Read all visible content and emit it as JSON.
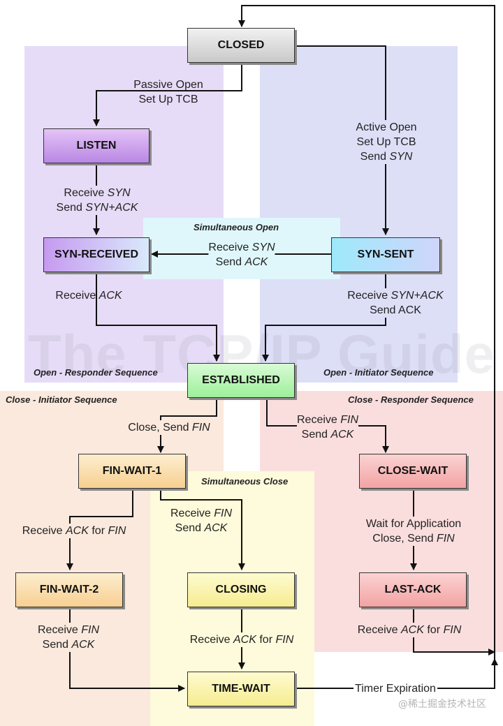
{
  "regions": {
    "open_responder": "Open - Responder Sequence",
    "open_initiator": "Open - Initiator Sequence",
    "simultaneous_open": "Simultaneous Open",
    "close_initiator": "Close - Initiator Sequence",
    "close_responder": "Close - Responder Sequence",
    "simultaneous_close": "Simultaneous Close"
  },
  "states": {
    "closed": "CLOSED",
    "listen": "LISTEN",
    "syn_received": "SYN-RECEIVED",
    "syn_sent": "SYN-SENT",
    "established": "ESTABLISHED",
    "fin_wait_1": "FIN-WAIT-1",
    "fin_wait_2": "FIN-WAIT-2",
    "closing": "CLOSING",
    "time_wait": "TIME-WAIT",
    "close_wait": "CLOSE-WAIT",
    "last_ack": "LAST-ACK"
  },
  "transitions": {
    "passive_open": {
      "line1": "Passive Open",
      "line2": "Set Up TCB"
    },
    "active_open": {
      "line1": "Active Open",
      "line2": "Set Up TCB",
      "line3_a": "Send ",
      "line3_b": "SYN"
    },
    "listen_to_synrcvd": {
      "l1a": "Receive ",
      "l1b": "SYN",
      "l2a": "Send ",
      "l2b": "SYN+ACK"
    },
    "simul_open": {
      "l1a": "Receive ",
      "l1b": "SYN",
      "l2a": "Send ",
      "l2b": "ACK"
    },
    "synrcvd_to_est": {
      "l1a": "Receive ",
      "l1b": "ACK"
    },
    "synsent_to_est": {
      "l1a": "Receive ",
      "l1b": "SYN+ACK",
      "l2": "Send ACK"
    },
    "est_to_finwait1": {
      "l1a": "Close, Send ",
      "l1b": "FIN"
    },
    "est_to_closewait": {
      "l1a": "Receive ",
      "l1b": "FIN",
      "l2a": "Send ",
      "l2b": "ACK"
    },
    "finwait1_to_finwait2": {
      "a": "Receive ",
      "b": "ACK",
      "c": " for ",
      "d": "FIN"
    },
    "finwait1_to_closing": {
      "l1a": "Receive ",
      "l1b": "FIN",
      "l2a": "Send ",
      "l2b": "ACK"
    },
    "closewait_to_lastack": {
      "l1": "Wait for Application",
      "l2a": "Close, Send ",
      "l2b": "FIN"
    },
    "finwait2_to_timewait": {
      "l1a": "Receive ",
      "l1b": "FIN",
      "l2a": "Send ",
      "l2b": "ACK"
    },
    "closing_to_timewait": {
      "a": "Receive ",
      "b": "ACK",
      "c": " for ",
      "d": "FIN"
    },
    "lastack_to_closed": {
      "a": "Receive ",
      "b": "ACK",
      "c": " for ",
      "d": "FIN"
    },
    "timer": {
      "label": "Timer Expiration"
    }
  },
  "watermark": "The TCP/IP Guide",
  "credit": "@稀土掘金技术社区",
  "colors": {
    "open_responder_bg": "#e6dcf7",
    "open_initiator_bg": "#dddff7",
    "simultaneous_open_bg": "#dff7fb",
    "close_initiator_bg": "#fbe9dd",
    "close_responder_bg": "#fadede",
    "simultaneous_close_bg": "#fdfbdb"
  }
}
